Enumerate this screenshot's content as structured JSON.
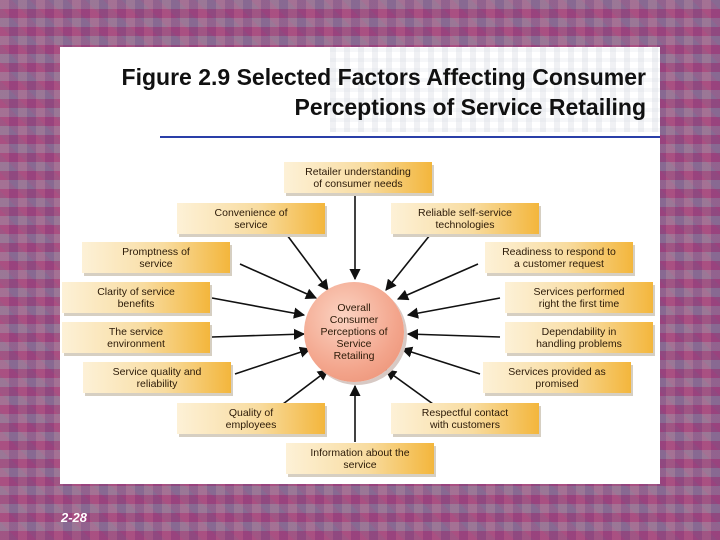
{
  "slide": {
    "title": "Figure 2.9 Selected Factors Affecting Consumer Perceptions of Service Retailing",
    "number": "2-28"
  },
  "diagram": {
    "center": "Overall\nConsumer\nPerceptions of\nService\nRetailing",
    "factors": {
      "retailer_understanding": "Retailer understanding\nof consumer needs",
      "convenience": "Convenience of\nservice",
      "reliable_self_service": "Reliable self-service\ntechnologies",
      "promptness": "Promptness of\nservice",
      "readiness": "Readiness to respond to\na customer request",
      "clarity": "Clarity of service\nbenefits",
      "performed_right": "Services performed\nright the first time",
      "environment": "The service\nenvironment",
      "dependability": "Dependability in\nhandling problems",
      "quality_reliability": "Service quality and\nreliability",
      "as_promised": "Services provided as\npromised",
      "quality_employees": "Quality of\nemployees",
      "respectful_contact": "Respectful contact\nwith customers",
      "information": "Information about the\nservice"
    }
  }
}
